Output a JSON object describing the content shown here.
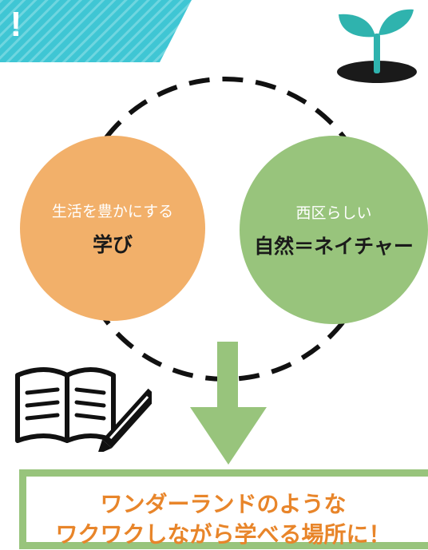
{
  "banner": {
    "text": "!",
    "color": "#3fc6d4"
  },
  "circles": {
    "left": {
      "sub": "生活を豊かにする",
      "main": "学び",
      "color": "#f2b06a"
    },
    "right": {
      "sub": "西区らしい",
      "main": "自然＝ネイチャー",
      "color": "#98c47c"
    }
  },
  "message": {
    "line1": "ワンダーランドのような",
    "line2": "ワクワクしながら学べる場所に！",
    "text_color": "#e8852a",
    "border_color": "#98c47c"
  },
  "icons": [
    "sprout-icon",
    "book-pencil-icon",
    "down-arrow-icon",
    "dashed-cycle-icon"
  ]
}
